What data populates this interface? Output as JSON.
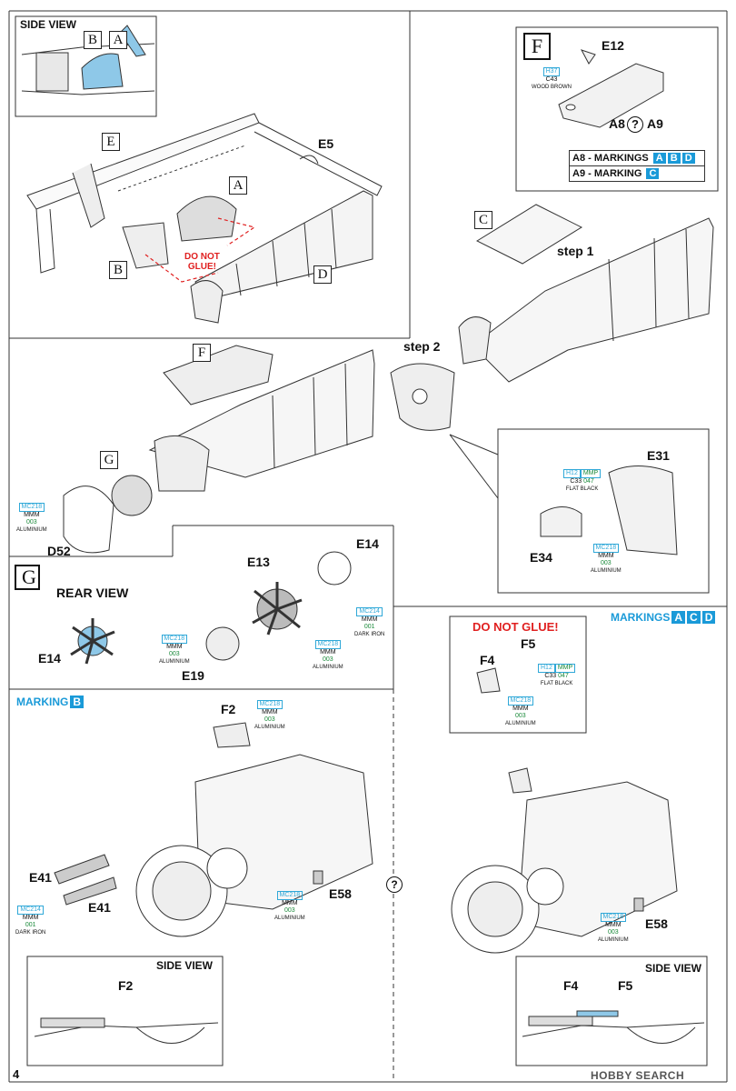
{
  "page_number": "4",
  "side_view_labels": {
    "top": "SIDE VIEW",
    "bottom_left": "SIDE VIEW",
    "bottom_right": "SIDE VIEW"
  },
  "parts": {
    "A": "A",
    "B": "B",
    "C": "C",
    "D": "D",
    "E": "E",
    "F": "F",
    "G": "G",
    "E5": "E5",
    "E12": "E12",
    "A8": "A8",
    "A9": "A9",
    "E31": "E31",
    "E34": "E34",
    "D52": "D52",
    "E13": "E13",
    "E14": "E14",
    "E19": "E19",
    "F2": "F2",
    "F4": "F4",
    "F5": "F5",
    "E41a": "E41",
    "E41b": "E41",
    "E58a": "E58",
    "E58b": "E58"
  },
  "notes": {
    "do_not_glue": "DO NOT\nGLUE!",
    "do_not_glue2": "DO NOT GLUE!",
    "step1": "step 1",
    "step2": "step 2",
    "rear_view": "REAR VIEW",
    "question": "?"
  },
  "markings": {
    "a8_text": "A8 - MARKINGS",
    "a8_letters": [
      "A",
      "B",
      "D"
    ],
    "a9_text": "A9 - MARKING",
    "a9_letters": [
      "C"
    ],
    "marking_b_text": "MARKING",
    "marking_b_letter": "B",
    "markings_acd_text": "MARKINGS",
    "markings_acd_letters": [
      "A",
      "C",
      "D"
    ]
  },
  "paints": {
    "wood_brown": {
      "c1": "H37",
      "c2": "C43",
      "name": "WOOD BROWN"
    },
    "flat_black_e31": {
      "c1": "H12",
      "c1b": "MMP",
      "c2": "C33",
      "c2b": "047",
      "name": "FLAT BLACK"
    },
    "alu_e31": {
      "c1": "MC218",
      "c2": "MMM",
      "c3": "003",
      "name": "ALUMINIUM"
    },
    "alu_d52": {
      "c1": "MC218",
      "c2": "MMM",
      "c3": "003",
      "name": "ALUMINIUM"
    },
    "alu_e19": {
      "c1": "MC218",
      "c2": "MMM",
      "c3": "003",
      "name": "ALUMINIUM"
    },
    "alu_e13": {
      "c1": "MC218",
      "c2": "MMM",
      "c3": "003",
      "name": "ALUMINIUM"
    },
    "dark_iron_e14": {
      "c1": "MC214",
      "c2": "MMM",
      "c3": "001",
      "name": "DARK IRON"
    },
    "alu_f2": {
      "c1": "MC218",
      "c2": "MMM",
      "c3": "003",
      "name": "ALUMINIUM"
    },
    "dark_iron_e41": {
      "c1": "MC214",
      "c2": "MMM",
      "c3": "001",
      "name": "DARK IRON"
    },
    "alu_e58a": {
      "c1": "MC218",
      "c2": "MMM",
      "c3": "003",
      "name": "ALUMINIUM"
    },
    "flat_black_f5": {
      "c1": "H12",
      "c1b": "MMP",
      "c2": "C33",
      "c2b": "047",
      "name": "FLAT BLACK"
    },
    "alu_f4": {
      "c1": "MC218",
      "c2": "MMM",
      "c3": "003",
      "name": "ALUMINIUM"
    },
    "alu_e58b": {
      "c1": "MC218",
      "c2": "MMM",
      "c3": "003",
      "name": "ALUMINIUM"
    }
  },
  "watermark": "HOBBY SEARCH",
  "colors": {
    "accent_blue": "#1a9ad8",
    "warning_red": "#e02020",
    "paint_green": "#1a8a3a",
    "line": "#333333"
  }
}
